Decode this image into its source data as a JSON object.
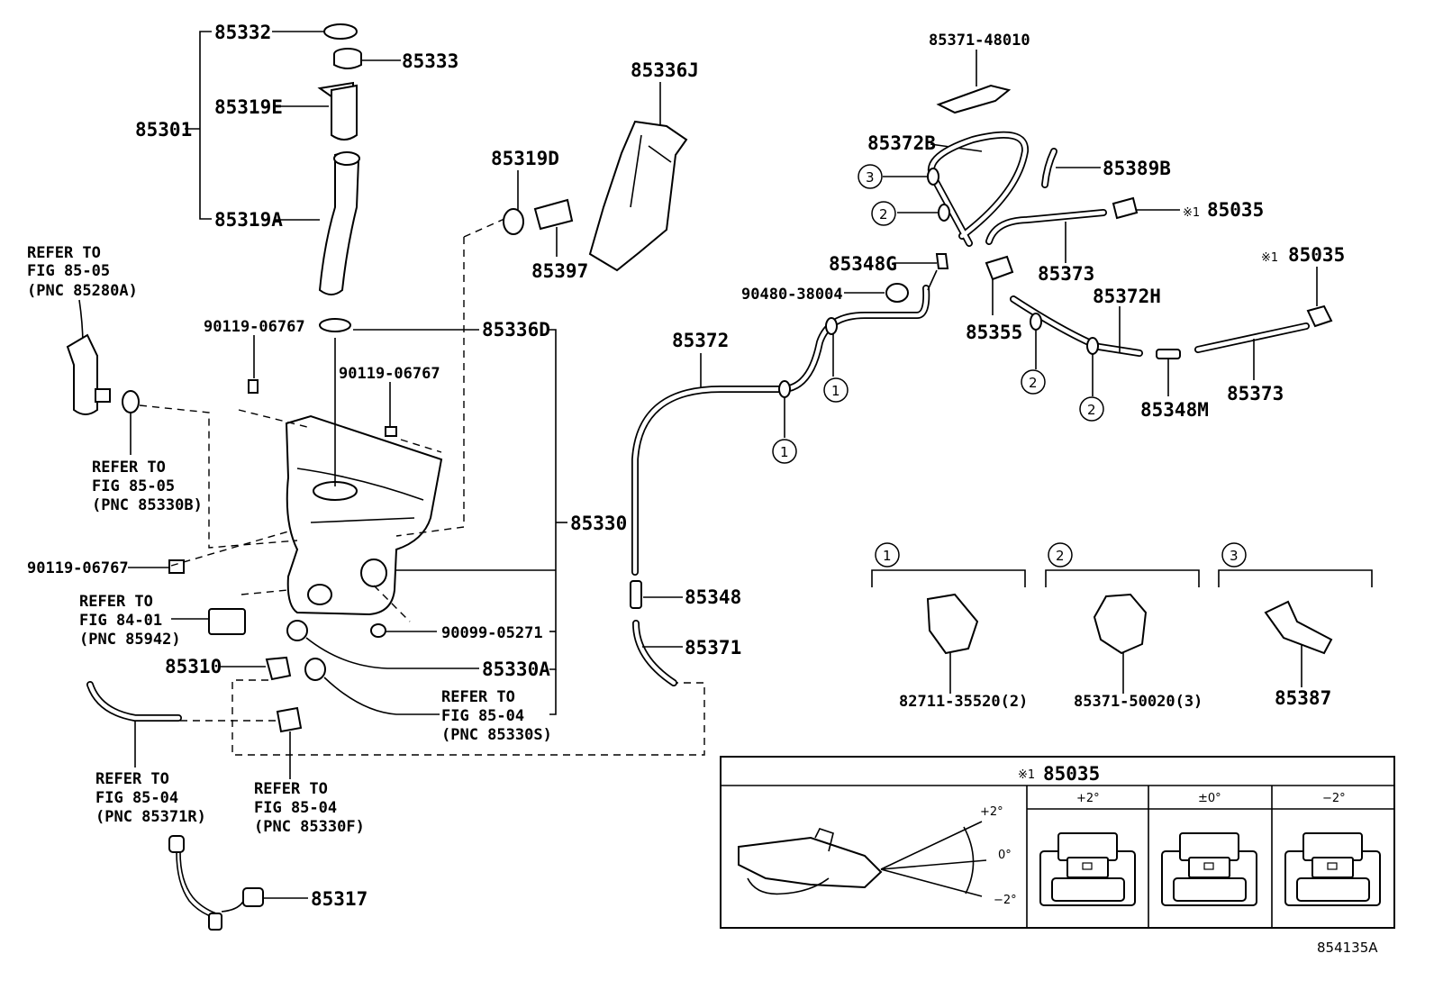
{
  "labels": {
    "p85332": "85332",
    "p85333": "85333",
    "p85319E": "85319E",
    "p85301": "85301",
    "p85319A": "85319A",
    "p85319D": "85319D",
    "p85397": "85397",
    "p85336J": "85336J",
    "p85336D": "85336D",
    "p90119_a": "90119-06767",
    "p90119_b": "90119-06767",
    "p90119_c": "90119-06767",
    "p85330": "85330",
    "p90099": "90099-05271",
    "p85330A": "85330A",
    "p85310": "85310",
    "p85317": "85317",
    "p85348": "85348",
    "p85371": "85371",
    "p85372": "85372",
    "p85371_48010": "85371-48010",
    "p85372B": "85372B",
    "p85389B": "85389B",
    "p85035_a": "85035",
    "p85035_b": "85035",
    "p85035_mark_a": "※1",
    "p85035_mark_b": "※1",
    "p85373_a": "85373",
    "p85373_b": "85373",
    "p85348G": "85348G",
    "p90480": "90480-38004",
    "p85355": "85355",
    "p85372H": "85372H",
    "p85348M": "85348M",
    "p82711": "82711-35520(2)",
    "p85371_50020": "85371-50020(3)",
    "p85387": "85387",
    "figure_code": "854135A"
  },
  "refs": {
    "r1": [
      "REFER TO",
      "FIG 85-05",
      "(PNC 85280A)"
    ],
    "r2": [
      "REFER TO",
      "FIG 85-05",
      "(PNC 85330B)"
    ],
    "r3": [
      "REFER TO",
      "FIG 84-01",
      "(PNC 85942)"
    ],
    "r4": [
      "REFER TO",
      "FIG 85-04",
      "(PNC 85330S)"
    ],
    "r5": [
      "REFER TO",
      "FIG 85-04",
      "(PNC 85371R)"
    ],
    "r6": [
      "REFER TO",
      "FIG 85-04",
      "(PNC 85330F)"
    ]
  },
  "clip_callouts": [
    "1",
    "2",
    "3"
  ],
  "detail_box": {
    "title_mark": "※1",
    "title": "85035",
    "col_plus": "+2°",
    "col_zero": "±0°",
    "col_minus": "−2°",
    "angle_plus": "+2°",
    "angle_zero": "0°",
    "angle_minus": "−2°"
  }
}
